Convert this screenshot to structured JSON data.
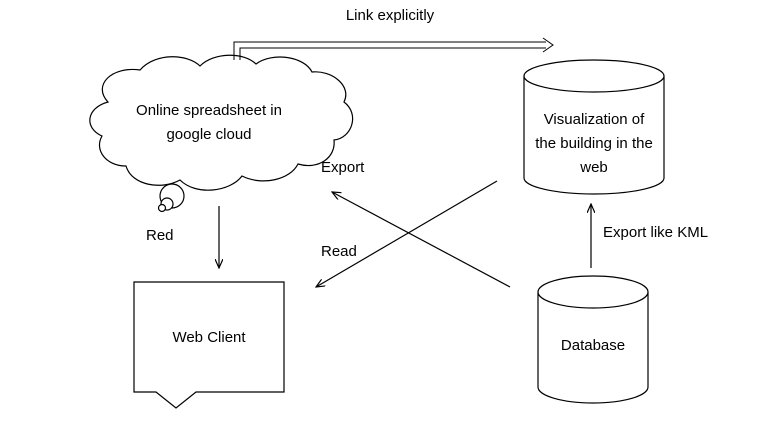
{
  "nodes": {
    "spreadsheet": {
      "line1": "Online spreadsheet in",
      "line2": "google cloud",
      "shape": "cloud-callout"
    },
    "visualization": {
      "line1": "Visualization of",
      "line2": "the building in the",
      "line3": "web",
      "shape": "cylinder"
    },
    "web_client": {
      "label": "Web Client",
      "shape": "callout-box"
    },
    "database": {
      "label": "Database",
      "shape": "cylinder"
    }
  },
  "edges": {
    "link": {
      "label": "Link explicitly",
      "from": "spreadsheet",
      "to": "visualization"
    },
    "red": {
      "label": "Red",
      "from": "spreadsheet",
      "to": "web_client"
    },
    "export": {
      "label": "Export",
      "from": "database",
      "to": "spreadsheet"
    },
    "read": {
      "label": "Read",
      "from": "visualization",
      "to": "web_client"
    },
    "export_kml": {
      "label": "Export like KML",
      "from": "database",
      "to": "visualization"
    }
  },
  "colors": {
    "stroke": "#000000",
    "fill": "#ffffff"
  }
}
